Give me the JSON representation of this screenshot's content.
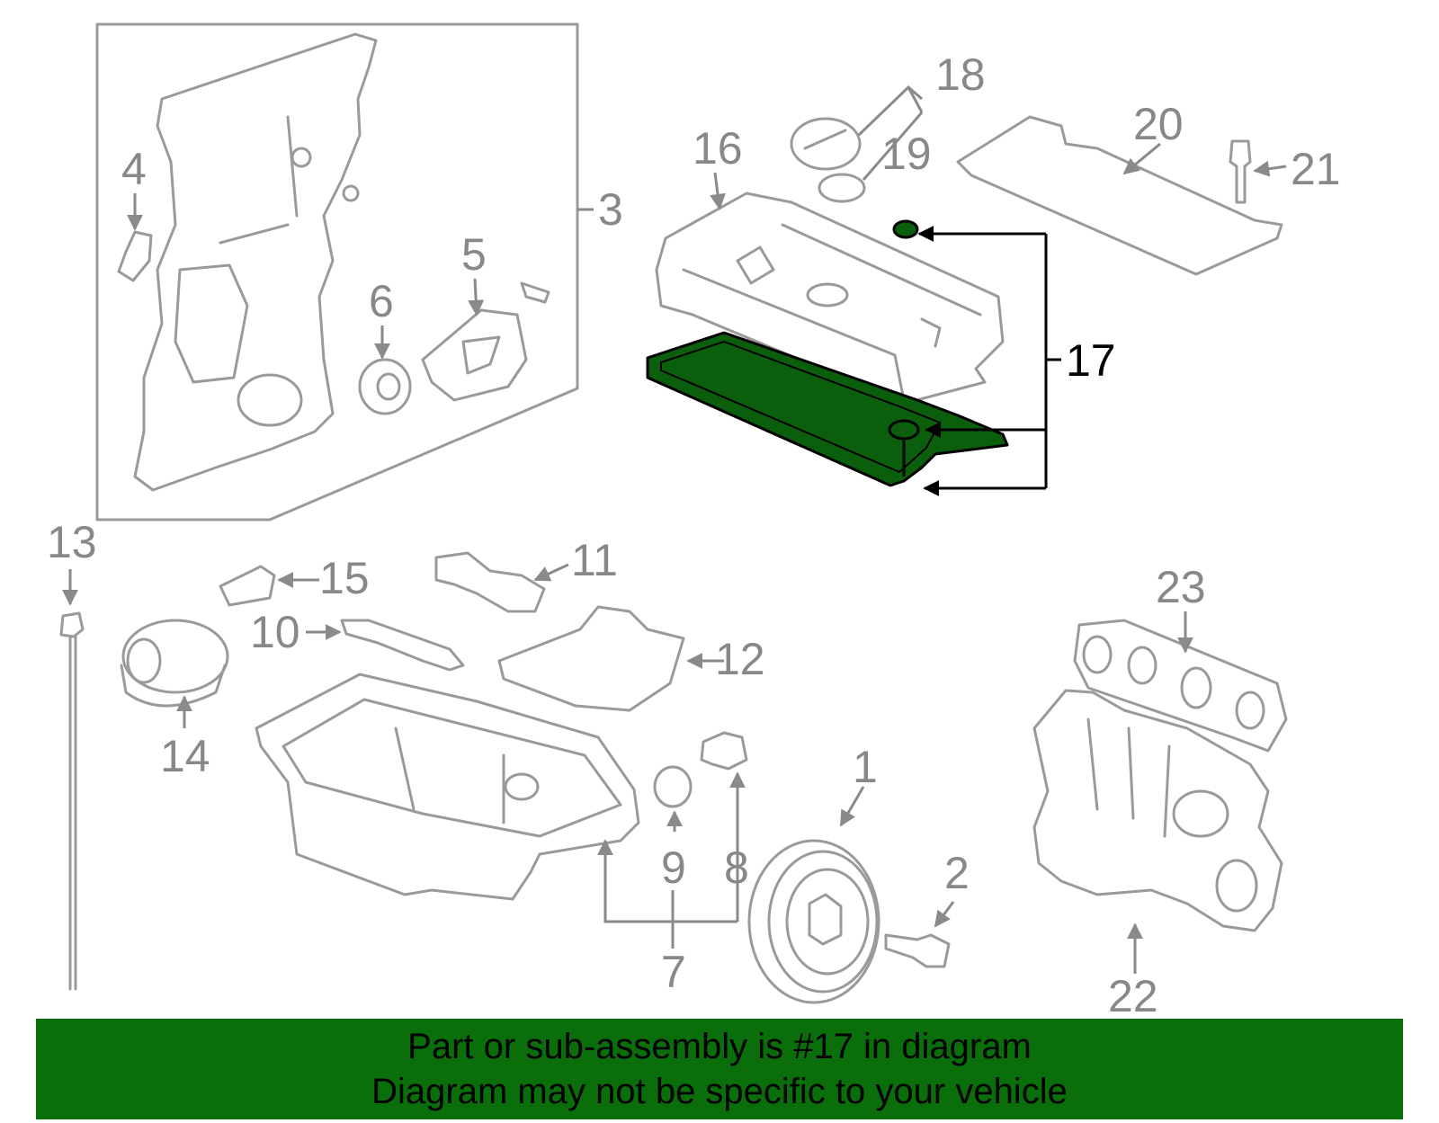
{
  "diagram": {
    "highlighted_part": "17",
    "callouts": [
      "1",
      "2",
      "3",
      "4",
      "5",
      "6",
      "7",
      "8",
      "9",
      "10",
      "11",
      "12",
      "13",
      "14",
      "15",
      "16",
      "17",
      "18",
      "19",
      "20",
      "21",
      "22",
      "23"
    ]
  },
  "banner": {
    "line1": "Part or sub-assembly is #17 in diagram",
    "line2": "Diagram may not be specific to your vehicle"
  },
  "colors": {
    "highlight": "#0a6e0a",
    "banner_bg": "#0a6e0a",
    "line_gray": "#9a9a9a"
  }
}
